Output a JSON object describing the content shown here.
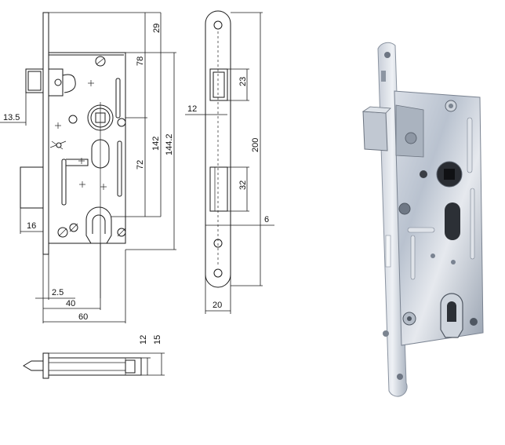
{
  "dimensions": {
    "front_view": {
      "backset_13_5": "13.5",
      "height_78": "78",
      "height_29": "29",
      "height_72": "72",
      "height_142": "142",
      "height_144_2": "144.2",
      "width_16": "16",
      "width_2_5": "2.5",
      "width_40": "40",
      "width_60": "60"
    },
    "side_view": {
      "width_12": "12",
      "height_23": "23",
      "height_200": "200",
      "height_32": "32",
      "offset_6": "6",
      "width_20": "20"
    },
    "bottom_view": {
      "height_12": "12",
      "height_15": "15"
    }
  },
  "photo": {
    "description_icon": "mortise-lock-photo"
  }
}
